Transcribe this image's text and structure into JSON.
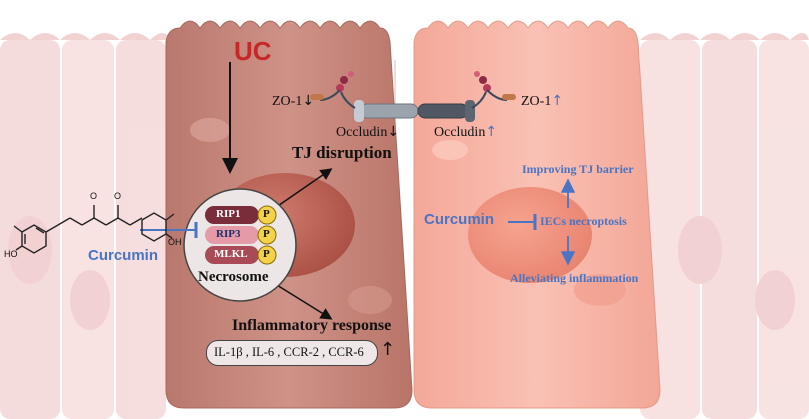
{
  "uc_label": "UC",
  "zo1_left": "ZO-1",
  "zo1_left_arrow": "↓",
  "zo1_right": "ZO-1",
  "zo1_right_arrow": "↑",
  "occludin_left": "Occludin",
  "occludin_left_arrow": "↓",
  "occludin_right": "Occludin",
  "occludin_right_arrow": "↑",
  "tj_disruption": "TJ disruption",
  "necrosome": {
    "title": "Necrosome",
    "items": [
      "RIP1",
      "RIP3",
      "MLKL"
    ],
    "phospho": "P"
  },
  "inflammatory_response": "Inflammatory response",
  "cytokines": "IL-1β , IL-6 , CCR-2 , CCR-6",
  "cytokines_arrow": "↑",
  "curcumin_left": "Curcumin",
  "curcumin_right": "Curcumin",
  "iecs_necroptosis": "IECs necroptosis",
  "improving_tj": "Improving TJ barrier",
  "alleviating_inflammation": "Alleviating inflammation",
  "molecule_labels": [
    "O",
    "O",
    "HO",
    "OH"
  ],
  "colors": {
    "uc": "#c62828",
    "blue_text": "#4a74c4",
    "left_cell": "#c9877c",
    "right_cell": "#f6b2a4",
    "bg_cells": "#f7dcdc"
  }
}
